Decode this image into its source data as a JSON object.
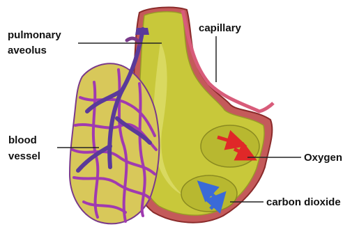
{
  "labels": {
    "pulmonary_line1": "pulmonary",
    "pulmonary_line2": "aveolus",
    "capillary": "capillary",
    "blood_line1": "blood",
    "blood_line2": "vessel",
    "oxygen": "Oxygen",
    "carbon_dioxide": "carbon dioxide"
  },
  "colors": {
    "alveolus_fill": "#c8c83a",
    "alveolus_light": "#d8d85a",
    "capillary_red": "#b8323a",
    "capillary_pink": "#d85c7a",
    "vessel_purple": "#5a3a9a",
    "vessel_magenta": "#a03ab0",
    "oxygen_arrow": "#e02828",
    "co2_arrow": "#3a6ad8",
    "leader_line": "#222222"
  }
}
